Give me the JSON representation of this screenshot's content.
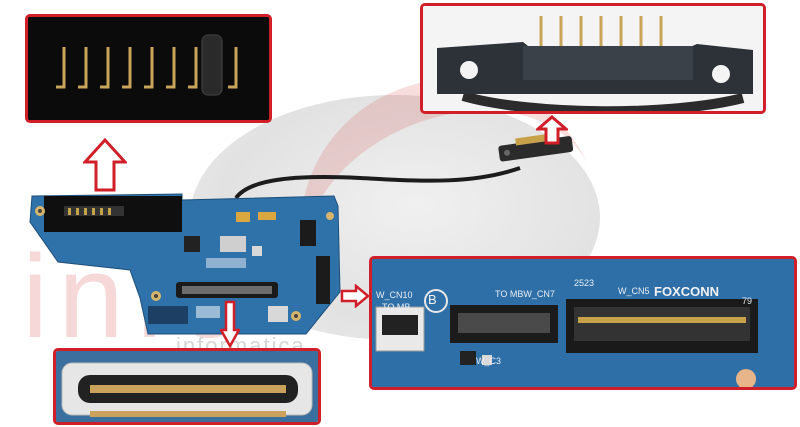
{
  "watermark": {
    "brand": "info",
    "subtitle": "informatica"
  },
  "board_labels": {
    "cn10": "W_CN10",
    "to_mb": "TO MB",
    "to_mbw": "TO MBW_CN7",
    "cn5": "W_CN5",
    "brand": "FOXCONN",
    "c3": "W_C3",
    "b_mark": "B",
    "pin79": "79",
    "num": "2523"
  },
  "colors": {
    "frame": "#d11f2a",
    "pcb": "#2a6fa8",
    "pcb_dark": "#1f5a8c"
  }
}
